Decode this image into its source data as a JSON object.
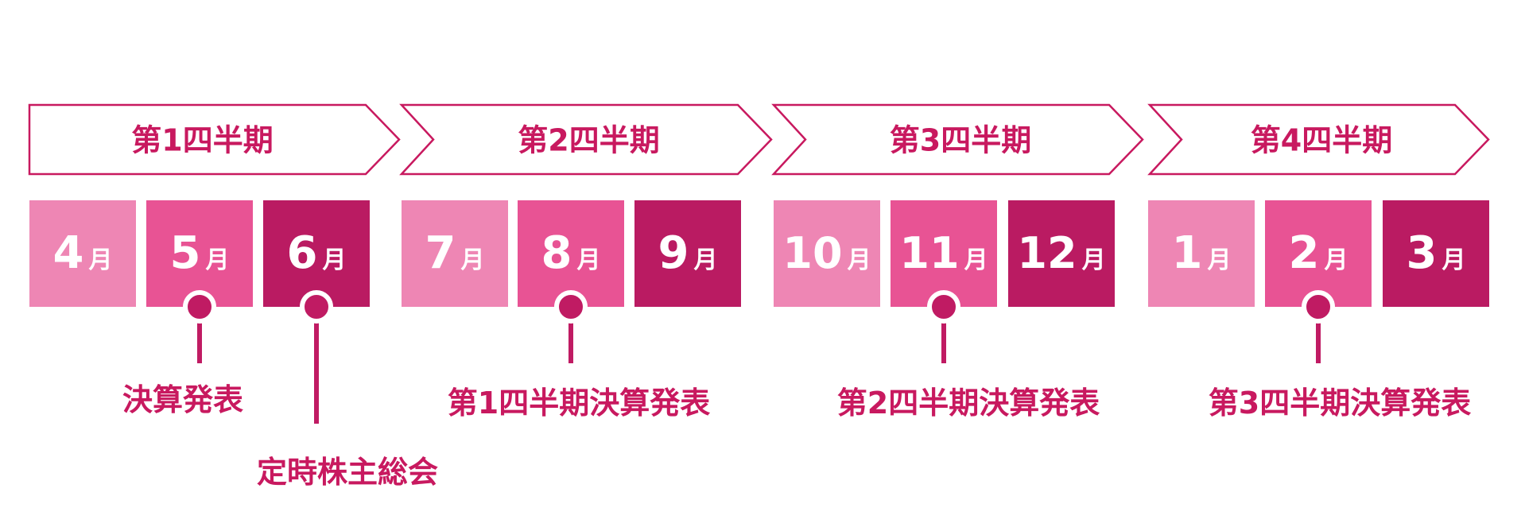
{
  "colors": {
    "outline": "#c8195f",
    "text_accent": "#c8195f",
    "month_light": "#ee86b4",
    "month_mid": "#e85394",
    "month_dark": "#ba1b62",
    "marker": "#c01b63"
  },
  "quarters": [
    {
      "label": "第1四半期",
      "months": [
        {
          "num": "4",
          "unit": "月"
        },
        {
          "num": "5",
          "unit": "月"
        },
        {
          "num": "6",
          "unit": "月"
        }
      ]
    },
    {
      "label": "第2四半期",
      "months": [
        {
          "num": "7",
          "unit": "月"
        },
        {
          "num": "8",
          "unit": "月"
        },
        {
          "num": "9",
          "unit": "月"
        }
      ]
    },
    {
      "label": "第3四半期",
      "months": [
        {
          "num": "10",
          "unit": "月"
        },
        {
          "num": "11",
          "unit": "月"
        },
        {
          "num": "12",
          "unit": "月"
        }
      ]
    },
    {
      "label": "第4四半期",
      "months": [
        {
          "num": "1",
          "unit": "月"
        },
        {
          "num": "2",
          "unit": "月"
        },
        {
          "num": "3",
          "unit": "月"
        }
      ]
    }
  ],
  "events": [
    {
      "label": "決算発表",
      "month": "5"
    },
    {
      "label": "定時株主総会",
      "month": "6"
    },
    {
      "label": "第1四半期決算発表",
      "month": "8"
    },
    {
      "label": "第2四半期決算発表",
      "month": "11"
    },
    {
      "label": "第3四半期決算発表",
      "month": "2"
    }
  ]
}
